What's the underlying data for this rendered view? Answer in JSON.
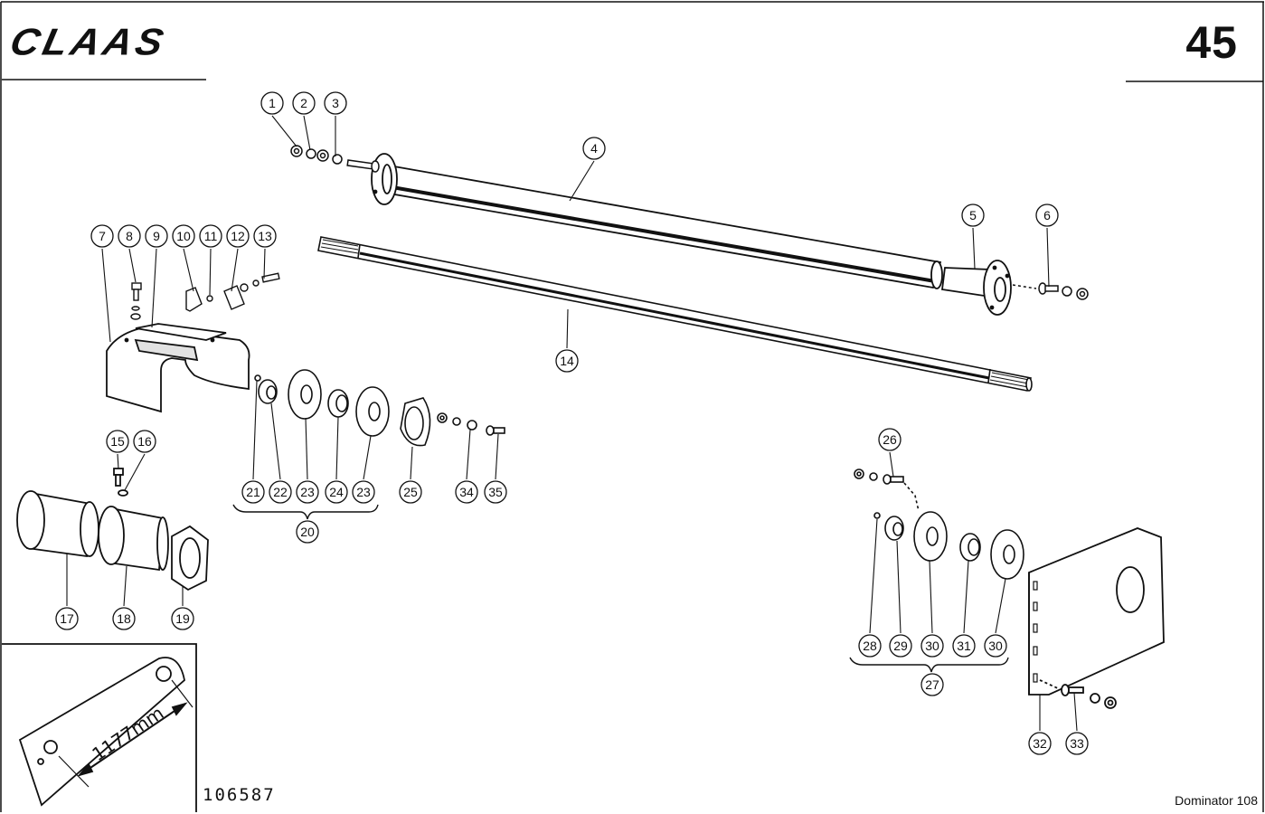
{
  "header": {
    "brand": "CLAAS",
    "page_number": "45"
  },
  "footer": {
    "drawing_number": "106587",
    "model": "Dominator 108"
  },
  "inset": {
    "dimension": "1177mm"
  },
  "callouts": {
    "c1": "1",
    "c2": "2",
    "c3": "3",
    "c4": "4",
    "c5": "5",
    "c6": "6",
    "c7": "7",
    "c8": "8",
    "c9": "9",
    "c10": "10",
    "c11": "11",
    "c12": "12",
    "c13": "13",
    "c14": "14",
    "c15": "15",
    "c16": "16",
    "c17": "17",
    "c18": "18",
    "c19": "19",
    "c20": "20",
    "c21": "21",
    "c22": "22",
    "c23a": "23",
    "c24": "24",
    "c23b": "23",
    "c25": "25",
    "c34": "34",
    "c35": "35",
    "c26": "26",
    "c28": "28",
    "c29": "29",
    "c30a": "30",
    "c31": "31",
    "c30b": "30",
    "c27": "27",
    "c32": "32",
    "c33": "33"
  },
  "colors": {
    "ink": "#111111",
    "paper": "#ffffff",
    "shade": "#e2e2e2"
  }
}
